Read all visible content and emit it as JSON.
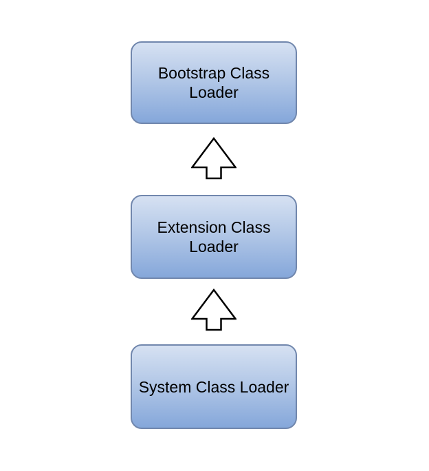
{
  "diagram": {
    "type": "flow",
    "description": "Java class loader delegation hierarchy",
    "nodes": [
      {
        "id": "bootstrap",
        "label": "Bootstrap Class\nLoader"
      },
      {
        "id": "extension",
        "label": "Extension Class\nLoader"
      },
      {
        "id": "system",
        "label": "System Class Loader"
      }
    ],
    "arrows": [
      {
        "from": "extension",
        "to": "bootstrap",
        "direction": "up",
        "icon": "up-arrow-icon"
      },
      {
        "from": "system",
        "to": "extension",
        "direction": "up",
        "icon": "up-arrow-icon"
      }
    ],
    "colors": {
      "background": "#ffffff",
      "box_fill_top": "#d6e1f2",
      "box_fill_bottom": "#85a7da",
      "box_border": "#7187ad",
      "arrow_fill": "#ffffff",
      "arrow_stroke": "#000000",
      "text": "#000000"
    }
  }
}
